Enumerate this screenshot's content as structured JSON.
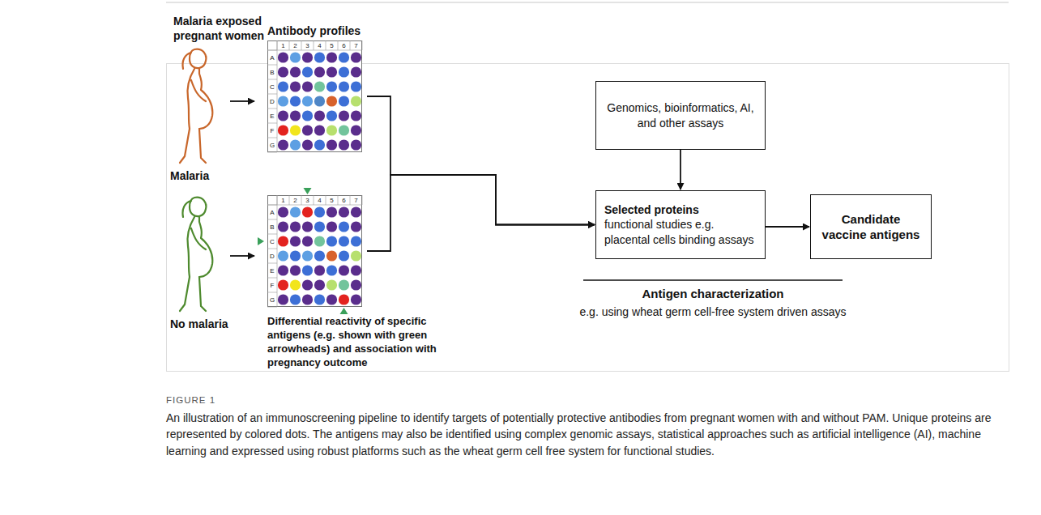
{
  "diagram": {
    "caption": "An illustration of an immunoscreening pipeline to identify targets of potentially protective antibodies from pregnant women with and without PAM. Unique proteins are represented by colored dots. The antigens may also be identified using complex genomic assays, statistical approaches such as artificial intelligence (AI), machine learning and expressed using robust platforms such as the wheat germ cell free system for functional studies.",
    "nodes": [
      {
        "text": [
          "Malaria"
        ]
      },
      {
        "text": [
          "No malaria"
        ]
      },
      {
        "text": [
          "Antibody profiles"
        ]
      },
      {
        "text": [
          "Differential reactivity of specific antigens (e.g. shown with green arrowheads) and association with pregnancy outcome"
        ]
      },
      {
        "text": [
          "Genomics, bioinformatics, AI, and other assays"
        ]
      },
      {
        "text": [
          "Selected proteins",
          "functional studies e.g. placental cells binding assays"
        ]
      },
      {
        "text": [
          "Candidate vaccine antigens"
        ]
      }
    ],
    "edges": [
      {
        "from": 0,
        "to": 2,
        "arrow": "to"
      },
      {
        "from": 1,
        "to": 3,
        "arrow": "to"
      },
      {
        "from": 2,
        "to": 5,
        "arrow": "to"
      },
      {
        "from": 3,
        "to": 5,
        "arrow": "to"
      },
      {
        "from": 4,
        "to": 5,
        "arrow": "to"
      },
      {
        "from": 5,
        "to": 6,
        "arrow": "to"
      }
    ],
    "labels": [
      "Malaria exposed pregnant women",
      "1",
      "2",
      "3",
      "4",
      "5",
      "6",
      "7",
      "A",
      "B",
      "C",
      "D",
      "E",
      "F",
      "G",
      "1",
      "2",
      "3",
      "4",
      "5",
      "6",
      "7",
      "A",
      "B",
      "C",
      "D",
      "E",
      "F",
      "G",
      "Antigen characterization",
      "e.g. using wheat germ cell-free system driven assays",
      "FIGURE 1"
    ]
  }
}
